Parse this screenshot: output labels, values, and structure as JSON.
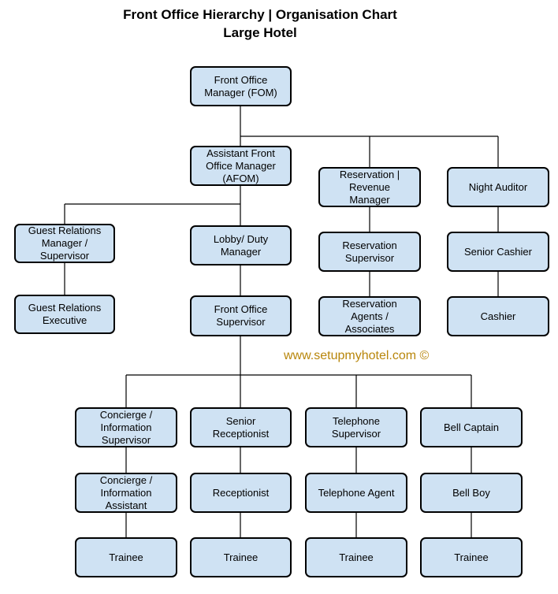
{
  "title": "Front Office Hierarchy | Organisation Chart",
  "subtitle": "Large Hotel",
  "watermark": "www.setupmyhotel.com ©",
  "colors": {
    "box_fill": "#cfe2f3",
    "box_border": "#000000",
    "line": "#000000",
    "watermark": "#b8860b"
  },
  "nodes": {
    "fom": "Front  Office\nManager (FOM)",
    "afom": "Assistant Front\nOffice Manager\n(AFOM)",
    "reservation_manager": "Reservation |\nRevenue\nManager",
    "night_auditor": "Night Auditor",
    "guest_relations_manager": "Guest Relations\nManager /\nSupervisor",
    "lobby_manager": "Lobby/ Duty\nManager",
    "reservation_supervisor": "Reservation\nSupervisor",
    "senior_cashier": "Senior Cashier",
    "guest_relations_executive": "Guest Relations\nExecutive",
    "front_office_supervisor": "Front Office\nSupervisor",
    "reservation_agents": "Reservation\nAgents /\nAssociates",
    "cashier": "Cashier",
    "concierge_supervisor": "Concierge /\nInformation\nSupervisor",
    "senior_receptionist": "Senior\nReceptionist",
    "telephone_supervisor": "Telephone\nSupervisor",
    "bell_captain": "Bell Captain",
    "concierge_assistant": "Concierge /\nInformation\nAssistant",
    "receptionist": "Receptionist",
    "telephone_agent": "Telephone Agent",
    "bell_boy": "Bell Boy",
    "trainee_concierge": "Trainee",
    "trainee_reception": "Trainee",
    "trainee_telephone": "Trainee",
    "trainee_bell": "Trainee"
  }
}
